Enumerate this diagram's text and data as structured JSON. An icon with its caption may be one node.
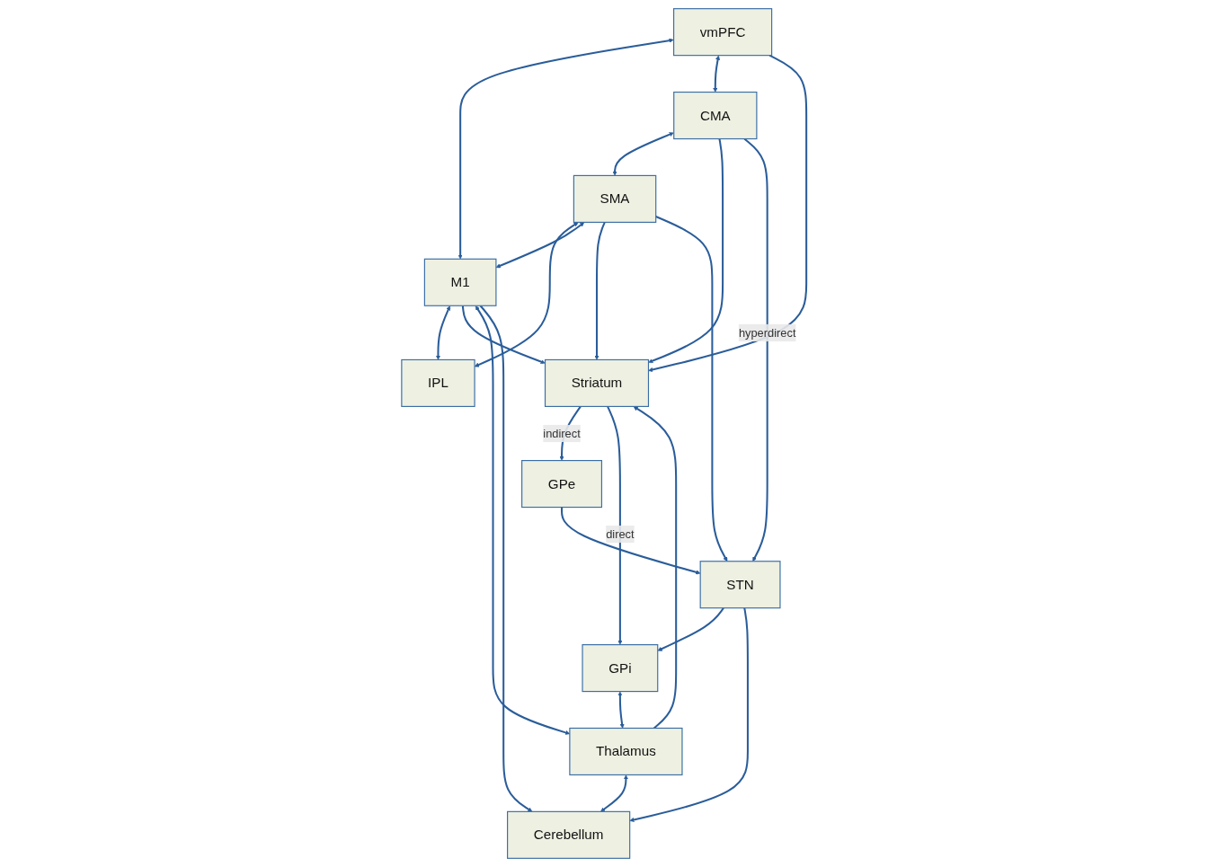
{
  "diagram": {
    "nodes": [
      {
        "text": [
          "vmPFC"
        ]
      },
      {
        "text": [
          "CMA"
        ]
      },
      {
        "text": [
          "SMA"
        ]
      },
      {
        "text": [
          "M1"
        ]
      },
      {
        "text": [
          "IPL"
        ]
      },
      {
        "text": [
          "Striatum"
        ]
      },
      {
        "text": [
          "GPe"
        ]
      },
      {
        "text": [
          "GPi"
        ]
      },
      {
        "text": [
          "Thalamus"
        ]
      },
      {
        "text": [
          "STN"
        ]
      },
      {
        "text": [
          "Cerebellum"
        ]
      }
    ],
    "edges": [
      {
        "from": 0,
        "to": 3,
        "arrow": "both"
      },
      {
        "from": 2,
        "to": 4,
        "arrow": "both"
      },
      {
        "from": 0,
        "to": 1,
        "arrow": "both"
      },
      {
        "from": 1,
        "to": 2,
        "arrow": "both"
      },
      {
        "from": 2,
        "to": 3,
        "arrow": "both"
      },
      {
        "from": 3,
        "to": 4,
        "arrow": "both"
      },
      {
        "from": 0,
        "to": 5,
        "arrow": "to"
      },
      {
        "from": 1,
        "to": 5,
        "arrow": "to"
      },
      {
        "from": 2,
        "to": 5,
        "arrow": "to"
      },
      {
        "from": 3,
        "to": 5,
        "arrow": "to"
      },
      {
        "from": 1,
        "to": 9,
        "arrow": "to",
        "label": "hyperdirect"
      },
      {
        "from": 2,
        "to": 9,
        "arrow": "to"
      },
      {
        "from": 3,
        "to": 8,
        "arrow": "both"
      },
      {
        "from": 3,
        "to": 10,
        "arrow": "to"
      },
      {
        "from": 5,
        "to": 6,
        "arrow": "to",
        "label": "indirect"
      },
      {
        "from": 5,
        "to": 7,
        "arrow": "to",
        "label": "direct"
      },
      {
        "from": 8,
        "to": 5,
        "arrow": "to"
      },
      {
        "from": 7,
        "to": 8,
        "arrow": "both"
      },
      {
        "from": 8,
        "to": 10,
        "arrow": "both"
      },
      {
        "from": 6,
        "to": 9,
        "arrow": "to"
      },
      {
        "from": 9,
        "to": 7,
        "arrow": "to"
      },
      {
        "from": 9,
        "to": 10,
        "arrow": "to"
      }
    ]
  }
}
